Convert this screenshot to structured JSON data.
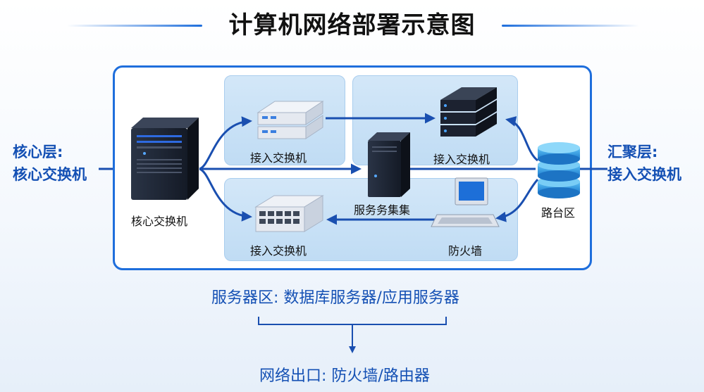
{
  "title": "计算机网络部署示意图",
  "left_layer": {
    "title": "核心层:",
    "subtitle": "核心交换机"
  },
  "right_layer": {
    "title": "汇聚层:",
    "subtitle": "接入交换机"
  },
  "nodes": {
    "core_switch": "核心交换机",
    "access_switch_top": "接入交换机",
    "access_switch_bottom": "接入交换机",
    "rack_switch": "接入交换机",
    "server_cluster": "服务务集集",
    "firewall": "防火墙",
    "router_zone": "路台区"
  },
  "server_zone_text": "服务器区: 数据库服务器/应用服务器",
  "exit_text": "网络出口: 防火墙/路由器",
  "colors": {
    "accent": "#1e6edc",
    "arrow": "#1a4fb0",
    "side_text": "#1450b4",
    "zone_fill": "#c8e0f6"
  }
}
